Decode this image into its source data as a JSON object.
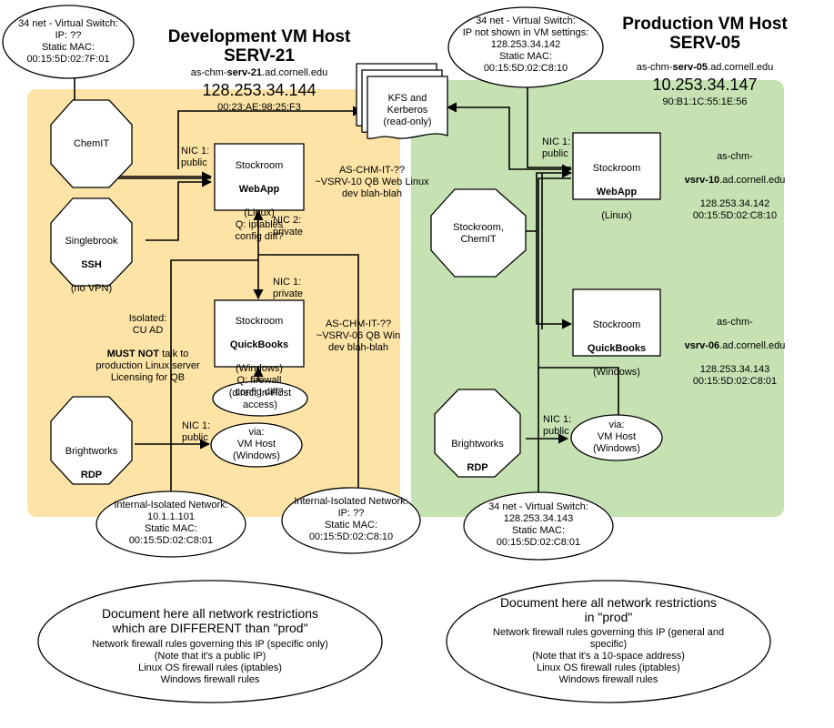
{
  "dev": {
    "title": "Development VM Host\nSERV-21",
    "host_prefix": "as-chm-",
    "host_bold": "serv-21",
    "host_suffix": ".ad.cornell.edu",
    "ip": "128.253.34.144",
    "mac": "00:23:AE:98:25:F3",
    "switch_note": "34 net - Virtual Switch:\nIP: ??\nStatic MAC:\n00:15:5D:02:7F:01",
    "chemit": "ChemIT",
    "singlebrook_1": "Singlebrook",
    "singlebrook_bold": "SSH",
    "singlebrook_2": "(no VPN)",
    "brightworks_1": "Brightworks",
    "brightworks_bold": "RDP",
    "webapp_1": "Stockroom",
    "webapp_bold": "WebApp",
    "webapp_2": "(Linux)\nQ: iptables\nconfig diff?",
    "qb_1": "Stockroom",
    "qb_bold": "QuickBooks",
    "qb_2": "(Windows)\nQ: firewall\nconfig diff?",
    "direct_access": "(direct in-Host\naccess)",
    "via_host": "via:\nVM Host\n(Windows)",
    "nic1_public_a": "NIC 1:\npublic",
    "nic2_private": "NIC 2:\nprivate",
    "nic1_private": "NIC 1:\nprivate",
    "nic1_public_b": "NIC 1:\npublic",
    "webapp_alias": "AS-CHM-IT-??\n~VSRV-10 QB Web Linux\ndev blah-blah",
    "qb_alias": "AS-CHM-IT-??\n~VSRV-06 QB Win\ndev blah-blah",
    "isolated_1": "Isolated:\nCU AD",
    "isolated_bold": "MUST NOT",
    "isolated_2": " talk to\nproduction Linux server\nLicensing for QB",
    "internal_a": "Internal-Isolated Network:\n10.1.1.101\nStatic MAC:\n00:15:5D:02:C8:01",
    "internal_b": "Internal-Isolated Network:\nIP: ??\nStatic MAC:\n00:15:5D:02:C8:10",
    "doc_title": "Document here all network restrictions\nwhich are DIFFERENT than \"prod\"",
    "doc_body": "Network firewall rules governing this IP (specific only)\n(Note that it's a public IP)\nLinux OS firewall rules (iptables)\nWindows firewall rules"
  },
  "shared": {
    "kfs": "KFS and\nKerberos\n(read-only)"
  },
  "prod": {
    "title": "Production VM Host\nSERV-05",
    "host_prefix": "as-chm-",
    "host_bold": "serv-05",
    "host_suffix": ".ad.cornell.edu",
    "ip": "10.253.34.147",
    "mac": "90:B1:1C:55:1E:56",
    "switch_note": "34 net - Virtual Switch:\nIP not shown in VM settings:\n128.253.34.142\nStatic MAC:\n00:15:5D:02:C8:10",
    "stockroom_chemit": "Stockroom,\nChemIT",
    "brightworks_1": "Brightworks",
    "brightworks_bold": "RDP",
    "webapp_1": "Stockroom",
    "webapp_bold": "WebApp",
    "webapp_2": "(Linux)",
    "qb_1": "Stockroom",
    "qb_bold": "QuickBooks",
    "qb_2": "(Windows)",
    "nic1_public_a": "NIC 1:\npublic",
    "nic1_public_b": "NIC 1:\npublic",
    "via_host": "via:\nVM Host\n(Windows)",
    "vsrv10_prefix": "as-chm-",
    "vsrv10_bold": "vsrv-10",
    "vsrv10_suffix": ".ad.cornell.edu",
    "vsrv10_rest": "128.253.34.142\n00:15:5D:02:C8:10",
    "vsrv06_prefix": "as-chm-",
    "vsrv06_bold": "vsrv-06",
    "vsrv06_suffix": ".ad.cornell.edu",
    "vsrv06_rest": "128.253.34.143\n00:15:5D:02:C8:01",
    "switch_bottom": "34 net - Virtual Switch:\n128.253.34.143\nStatic MAC:\n00:15:5D:02:C8:01",
    "doc_title": "Document here all network restrictions\nin \"prod\"",
    "doc_body": "Network firewall rules governing this IP (general and\nspecific)\n(Note that it's a 10-space address)\nLinux OS firewall rules (iptables)\nWindows firewall rules"
  },
  "colors": {
    "dev_zone": "#fde4a6",
    "prod_zone": "#c6e2b3",
    "stroke": "#000000"
  }
}
